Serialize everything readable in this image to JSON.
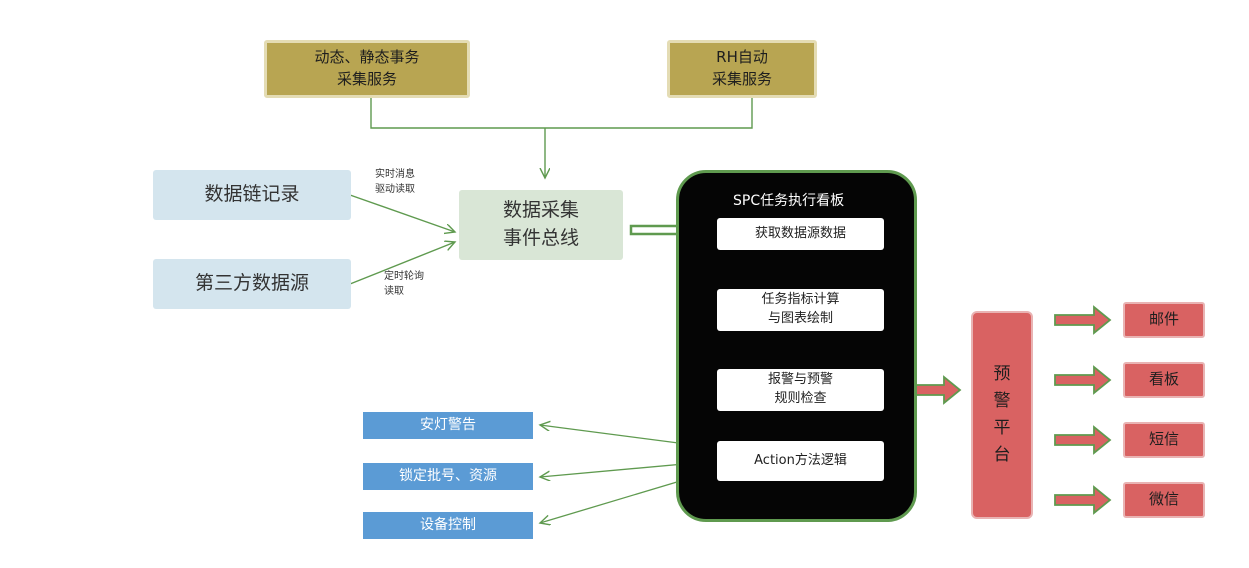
{
  "sources": {
    "static_dynamic": "动态、静态事务\n采集服务",
    "rh_auto": "RH自动\n采集服务",
    "chain_record": "数据链记录",
    "third_party": "第三方数据源"
  },
  "bus": {
    "label": "数据采集\n事件总线"
  },
  "edge_labels": {
    "realtime": "实时消息\n驱动读取",
    "polling": "定时轮询\n读取"
  },
  "spc_board": {
    "title": "SPC任务执行看板",
    "steps": [
      "获取数据源数据",
      "任务指标计算\n与图表绘制",
      "报警与预警\n规则检查",
      "Action方法逻辑"
    ]
  },
  "actions": [
    "安灯警告",
    "锁定批号、资源",
    "设备控制"
  ],
  "alert_platform": {
    "label": "预\n警\n平\n台"
  },
  "channels": [
    "邮件",
    "看板",
    "短信",
    "微信"
  ],
  "colors": {
    "olive": "#b8a552",
    "line_green": "#5f9a4f",
    "action_blue": "#5b9bd5",
    "alert_red": "#d96262",
    "panel_black": "#050505"
  }
}
